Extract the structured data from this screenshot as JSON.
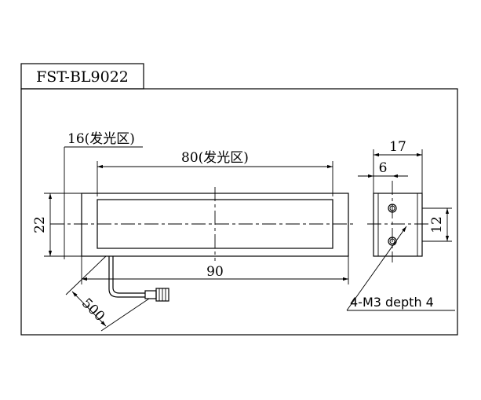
{
  "title": "FST-BL9022",
  "dimensions": {
    "emitting_width": "16(发光区)",
    "emitting_length": "80(发光区)",
    "total_length": "90",
    "height": "22",
    "cable_length": "500",
    "side_width": "17",
    "hole_offset": "6",
    "hole_pitch": "12"
  },
  "note": "4-M3 depth 4"
}
